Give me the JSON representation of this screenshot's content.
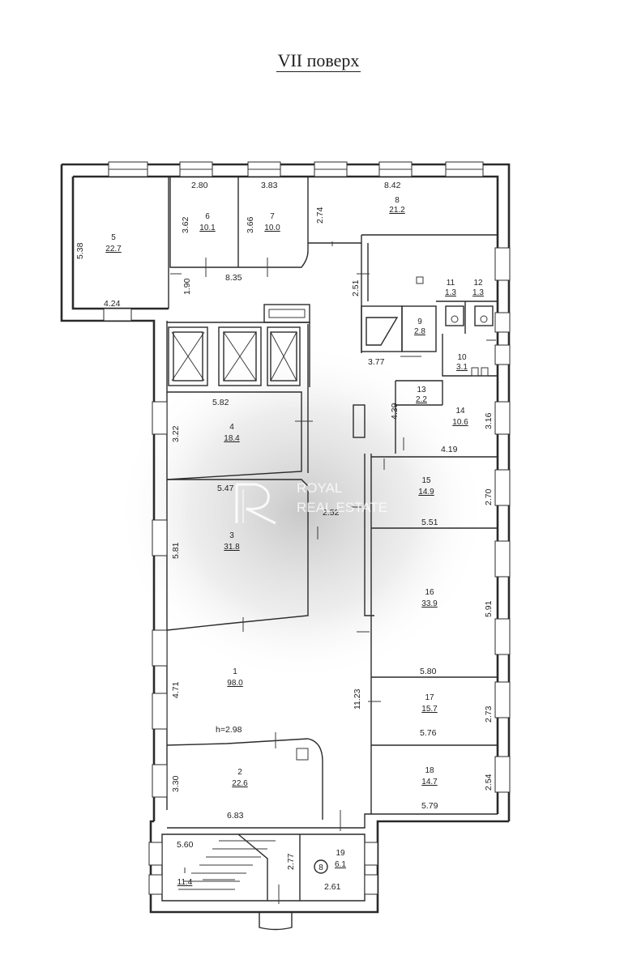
{
  "title": "VII поверх",
  "watermark": {
    "line1": "ROYAL",
    "line2": "REAL ESTATE",
    "color": "#8a8a8a"
  },
  "height_note": "h=2.98",
  "stair_marker": "8",
  "rooms": [
    {
      "id": "room-1",
      "number": "1",
      "area": "98.0"
    },
    {
      "id": "room-2",
      "number": "2",
      "area": "22.6"
    },
    {
      "id": "room-3",
      "number": "3",
      "area": "31.8"
    },
    {
      "id": "room-4",
      "number": "4",
      "area": "18.4"
    },
    {
      "id": "room-5",
      "number": "5",
      "area": "22.7"
    },
    {
      "id": "room-6",
      "number": "6",
      "area": "10.1"
    },
    {
      "id": "room-7",
      "number": "7",
      "area": "10.0"
    },
    {
      "id": "room-8",
      "number": "8",
      "area": "21.2"
    },
    {
      "id": "room-9",
      "number": "9",
      "area": "2.8"
    },
    {
      "id": "room-10",
      "number": "10",
      "area": "3.1"
    },
    {
      "id": "room-11",
      "number": "11",
      "area": "1.3"
    },
    {
      "id": "room-12",
      "number": "12",
      "area": "1.3"
    },
    {
      "id": "room-13",
      "number": "13",
      "area": "2.2"
    },
    {
      "id": "room-14",
      "number": "14",
      "area": "10.6"
    },
    {
      "id": "room-15",
      "number": "15",
      "area": "14.9"
    },
    {
      "id": "room-16",
      "number": "16",
      "area": "33.9"
    },
    {
      "id": "room-17",
      "number": "17",
      "area": "15.7"
    },
    {
      "id": "room-18",
      "number": "18",
      "area": "14.7"
    },
    {
      "id": "room-19",
      "number": "19",
      "area": "6.1"
    },
    {
      "id": "room-I",
      "number": "I",
      "area": "11.4"
    }
  ],
  "dims": {
    "d_280": "2.80",
    "d_383": "3.83",
    "d_842": "8.42",
    "d_362": "3.62",
    "d_366": "3.66",
    "d_274": "2.74",
    "d_538": "5.38",
    "d_424": "4.24",
    "d_190": "1.90",
    "d_835": "8.35",
    "d_251": "2.51",
    "d_377": "3.77",
    "d_439": "4.39",
    "d_316": "3.16",
    "d_419": "4.19",
    "d_582": "5.82",
    "d_322": "3.22",
    "d_547": "5.47",
    "d_581": "5.81",
    "d_252": "2.52",
    "d_270": "2.70",
    "d_551": "5.51",
    "d_591": "5.91",
    "d_580": "5.80",
    "d_471": "4.71",
    "d_1123": "11.23",
    "d_273": "2.73",
    "d_576": "5.76",
    "d_254": "2.54",
    "d_579": "5.79",
    "d_330": "3.30",
    "d_683": "6.83",
    "d_560": "5.60",
    "d_277": "2.77",
    "d_261": "2.61"
  }
}
